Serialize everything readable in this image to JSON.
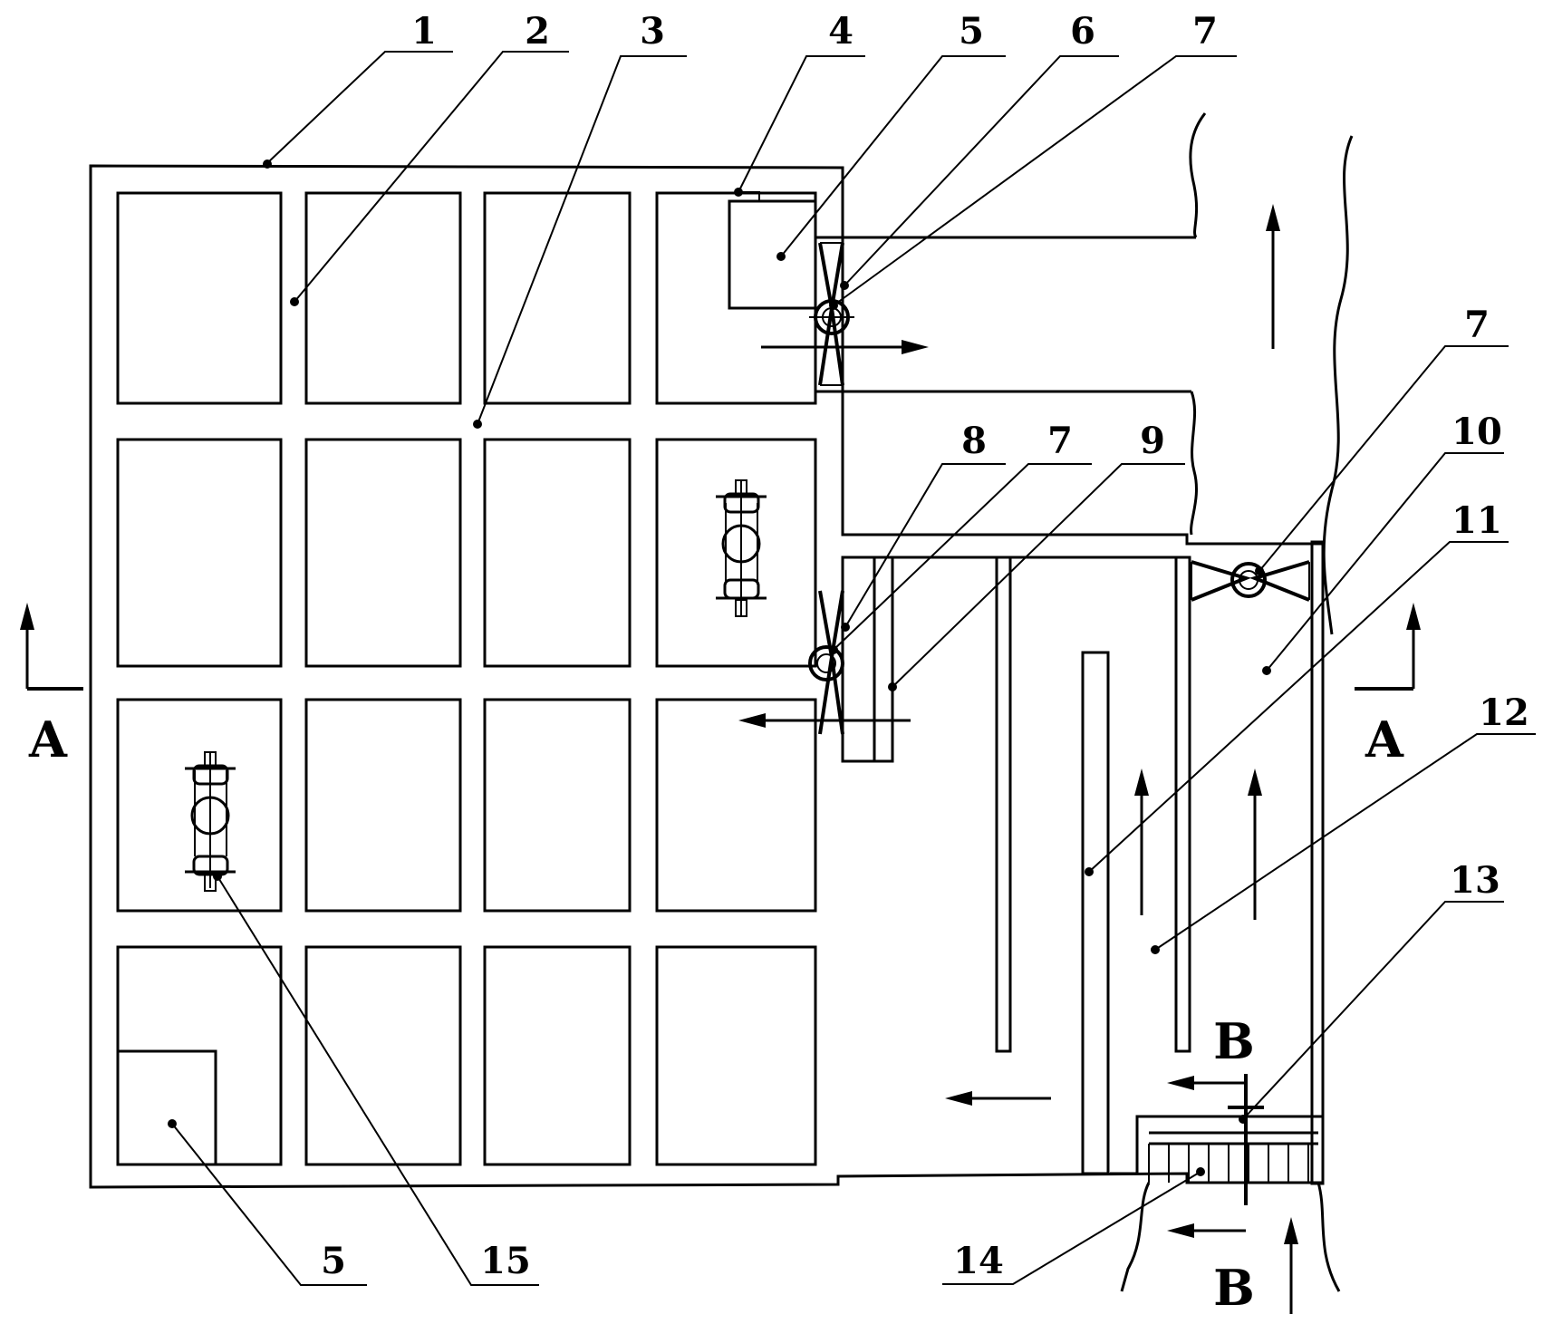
{
  "labels": {
    "n1": "1",
    "n2": "2",
    "n3": "3",
    "n4": "4",
    "n5_top": "5",
    "n6": "6",
    "n7_top": "7",
    "n7_right": "7",
    "n7_mid": "7",
    "n8": "8",
    "n9": "9",
    "n10": "10",
    "n11": "11",
    "n12": "12",
    "n13": "13",
    "n14": "14",
    "n5_bottom": "5",
    "n15": "15"
  },
  "sections": {
    "a_left": "A",
    "a_right": "A",
    "b_top": "B",
    "b_bottom": "B"
  }
}
